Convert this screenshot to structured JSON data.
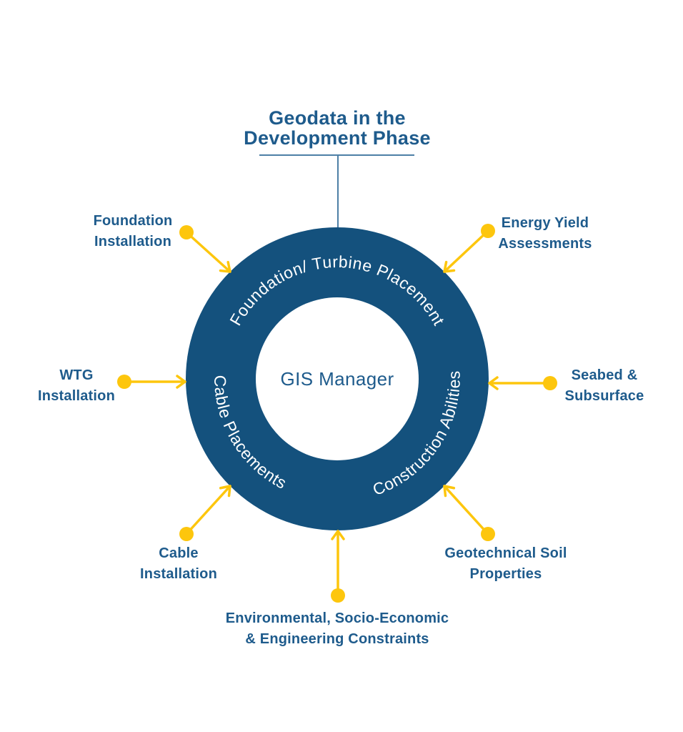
{
  "title": {
    "line1": "Geodata in the",
    "line2": "Development Phase"
  },
  "center": {
    "label": "GIS Manager"
  },
  "ring": {
    "segments": {
      "top": "Foundation/ Turbine Placement",
      "left": "Cable Placements",
      "right": "Construction Abilities"
    }
  },
  "labels": {
    "foundation_installation": {
      "line1": "Foundation",
      "line2": "Installation"
    },
    "energy_yield": {
      "line1": "Energy Yield",
      "line2": "Assessments"
    },
    "wtg_installation": {
      "line1": "WTG",
      "line2": "Installation"
    },
    "seabed_subsurface": {
      "line1": "Seabed &",
      "line2": "Subsurface"
    },
    "cable_installation": {
      "line1": "Cable",
      "line2": "Installation"
    },
    "geotechnical_soil": {
      "line1": "Geotechnical Soil",
      "line2": "Properties"
    },
    "environmental": {
      "line1": "Environmental, Socio-Economic",
      "line2": "& Engineering Constraints"
    }
  },
  "colors": {
    "ring": "#14517D",
    "accent_yellow": "#FDC60D",
    "text_blue": "#1E5B8C",
    "connector": "#4D7FA6",
    "white": "#FFFFFF"
  }
}
